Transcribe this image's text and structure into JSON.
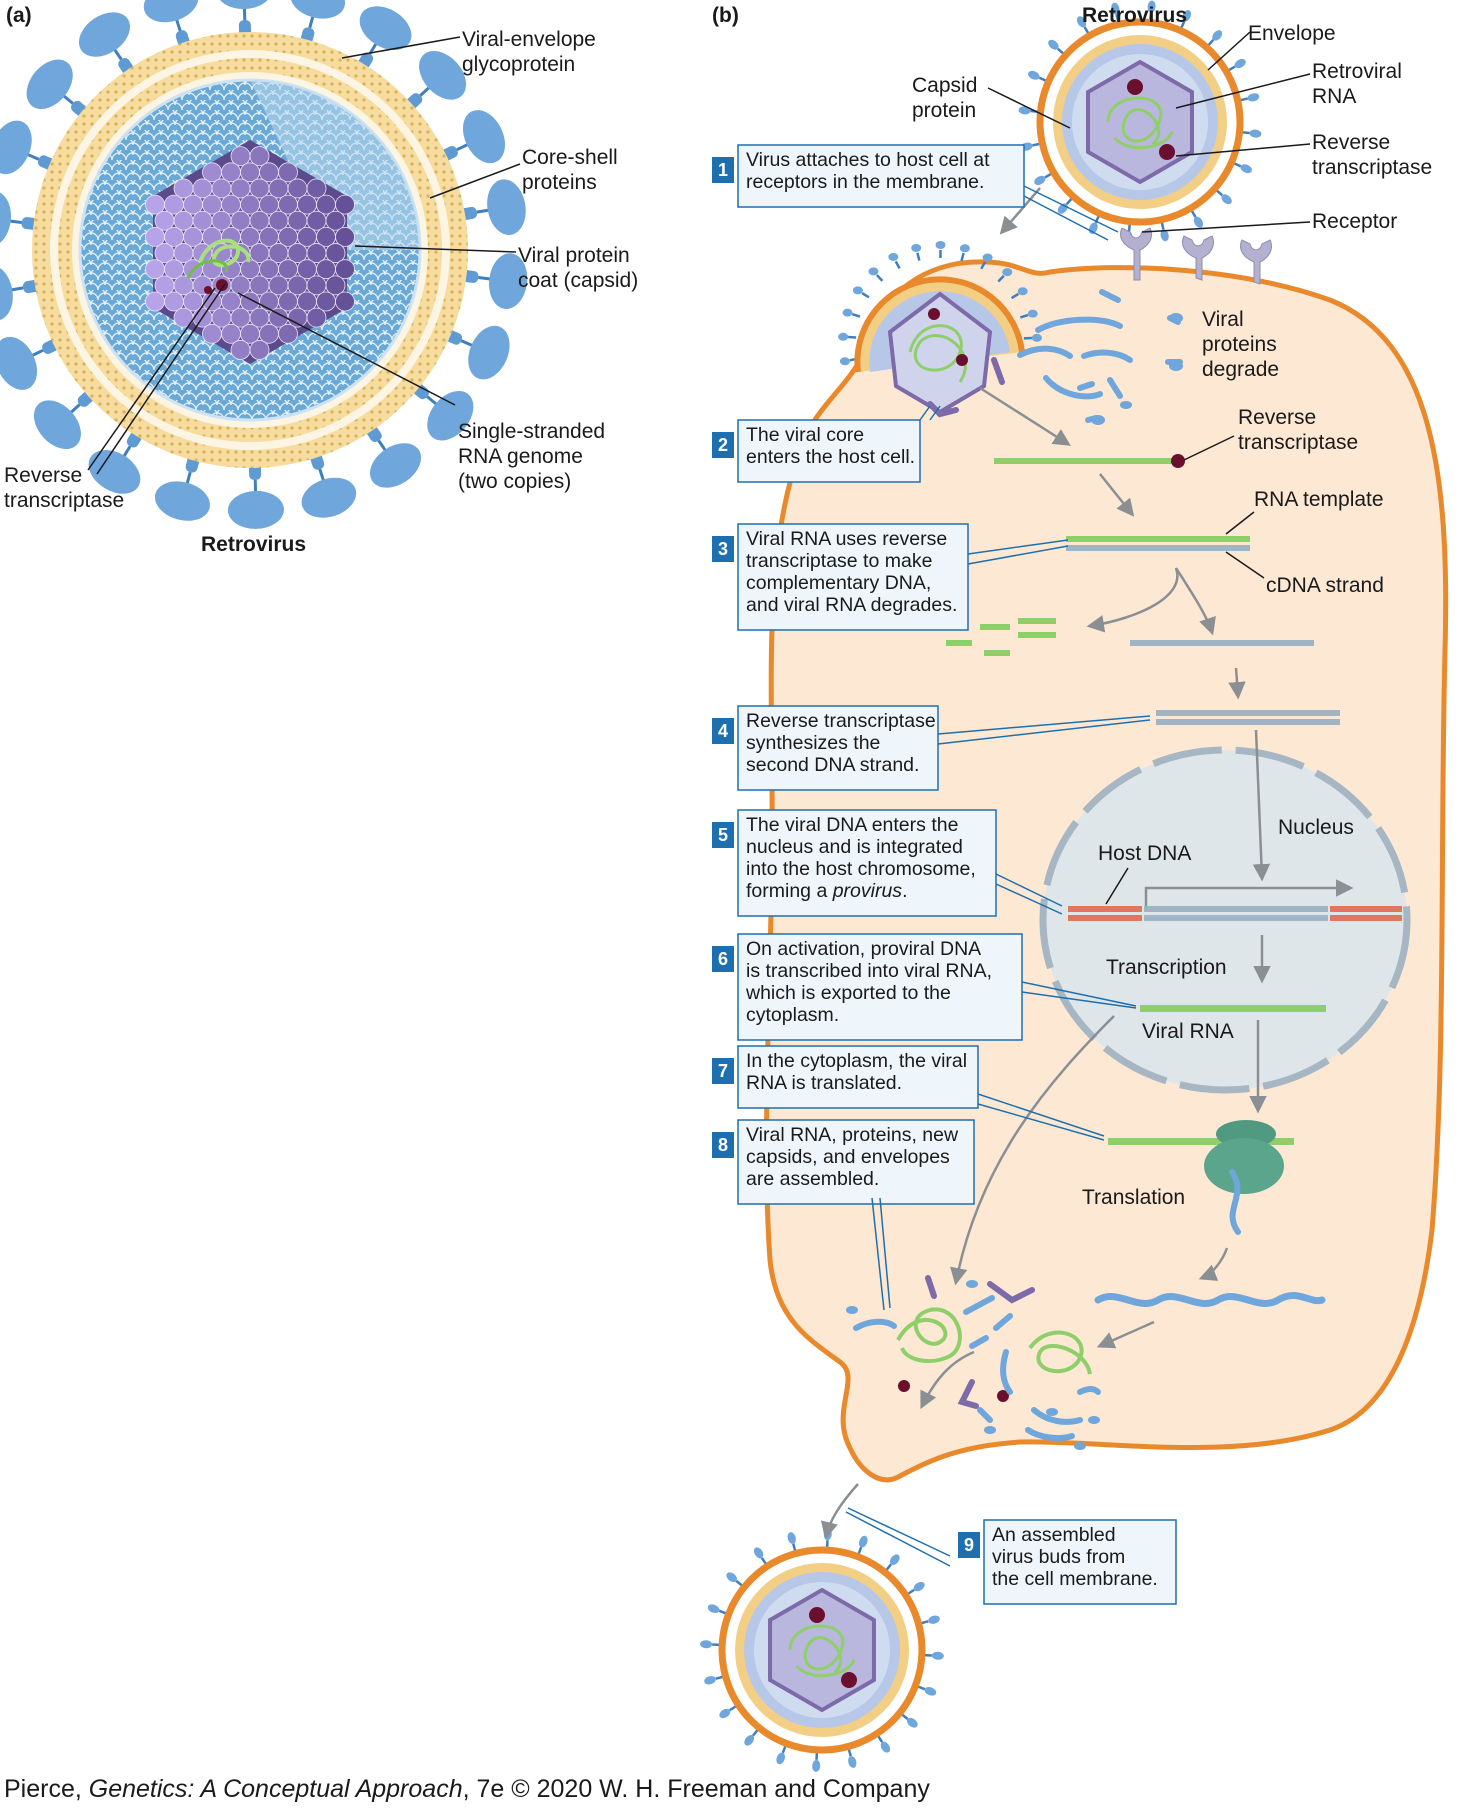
{
  "panel_a": {
    "tag": "(a)",
    "title": "Retrovirus",
    "labels": {
      "glyco_1": "Viral-envelope",
      "glyco_2": "glycoprotein",
      "core_1": "Core-shell",
      "core_2": "proteins",
      "capsid_1": "Viral protein",
      "capsid_2": "coat (capsid)",
      "rna_1": "Single-stranded",
      "rna_2": "RNA genome",
      "rna_3": "(two copies)",
      "rt_1": "Reverse",
      "rt_2": "transcriptase"
    }
  },
  "panel_b": {
    "tag": "(b)",
    "title": "Retrovirus",
    "labels": {
      "envelope": "Envelope",
      "retro_rna_1": "Retroviral",
      "retro_rna_2": "RNA",
      "capsid_1": "Capsid",
      "capsid_2": "protein",
      "rt_1": "Reverse",
      "rt_2": "transcriptase",
      "receptor": "Receptor",
      "degrade_1": "Viral",
      "degrade_2": "proteins",
      "degrade_3": "degrade",
      "rt2_1": "Reverse",
      "rt2_2": "transcriptase",
      "rna_template": "RNA template",
      "cdna": "cDNA strand",
      "nucleus": "Nucleus",
      "host_dna": "Host DNA",
      "transcription": "Transcription",
      "viral_rna": "Viral RNA",
      "translation": "Translation"
    },
    "steps": [
      {
        "num": "1",
        "lines": [
          "Virus attaches to host cell at",
          "receptors in the membrane."
        ]
      },
      {
        "num": "2",
        "lines": [
          "The viral core",
          "enters the host cell."
        ]
      },
      {
        "num": "3",
        "lines": [
          "Viral RNA uses reverse",
          "transcriptase to make",
          "complementary DNA,",
          "and viral RNA degrades."
        ]
      },
      {
        "num": "4",
        "lines": [
          "Reverse transcriptase",
          "synthesizes the",
          "second DNA strand."
        ]
      },
      {
        "num": "5",
        "lines": [
          "The viral DNA enters the",
          "nucleus and is integrated",
          "into the host chromosome,"
        ],
        "last_plain": "forming a ",
        "last_italic": "provirus",
        "last_end": "."
      },
      {
        "num": "6",
        "lines": [
          "On activation, proviral DNA",
          "is transcribed into viral RNA,",
          "which is exported to the",
          "cytoplasm."
        ]
      },
      {
        "num": "7",
        "lines": [
          "In the cytoplasm, the viral",
          "RNA is translated."
        ]
      },
      {
        "num": "8",
        "lines": [
          "Viral RNA, proteins, new",
          "capsids, and envelopes",
          "are assembled."
        ]
      },
      {
        "num": "9",
        "lines": [
          "An assembled",
          "virus buds from",
          "the cell membrane."
        ]
      }
    ]
  },
  "credit": {
    "pre": "Pierce, ",
    "book": "Genetics: A Conceptual Approach",
    "post": ", 7e © 2020 W. H. Freeman and Company"
  },
  "colors": {
    "cell_fill": "#fde8d4",
    "cell_membrane": "#e8892c",
    "envelope_yellow": "#f3cf86",
    "glycoprotein_blue": "#6fa6dc",
    "capsid_purple": "#7d6aa8",
    "rna_green": "#8fcf6a",
    "dna_gray_blue": "#9fb5c6",
    "host_dna_red": "#e0765a",
    "nucleus_fill": "#dfe6ea",
    "step_box": "#eef6fb",
    "step_badge": "#1e6fb0",
    "ribosome_green": "#5aa58c",
    "rt_dot": "#6b0f2e"
  }
}
